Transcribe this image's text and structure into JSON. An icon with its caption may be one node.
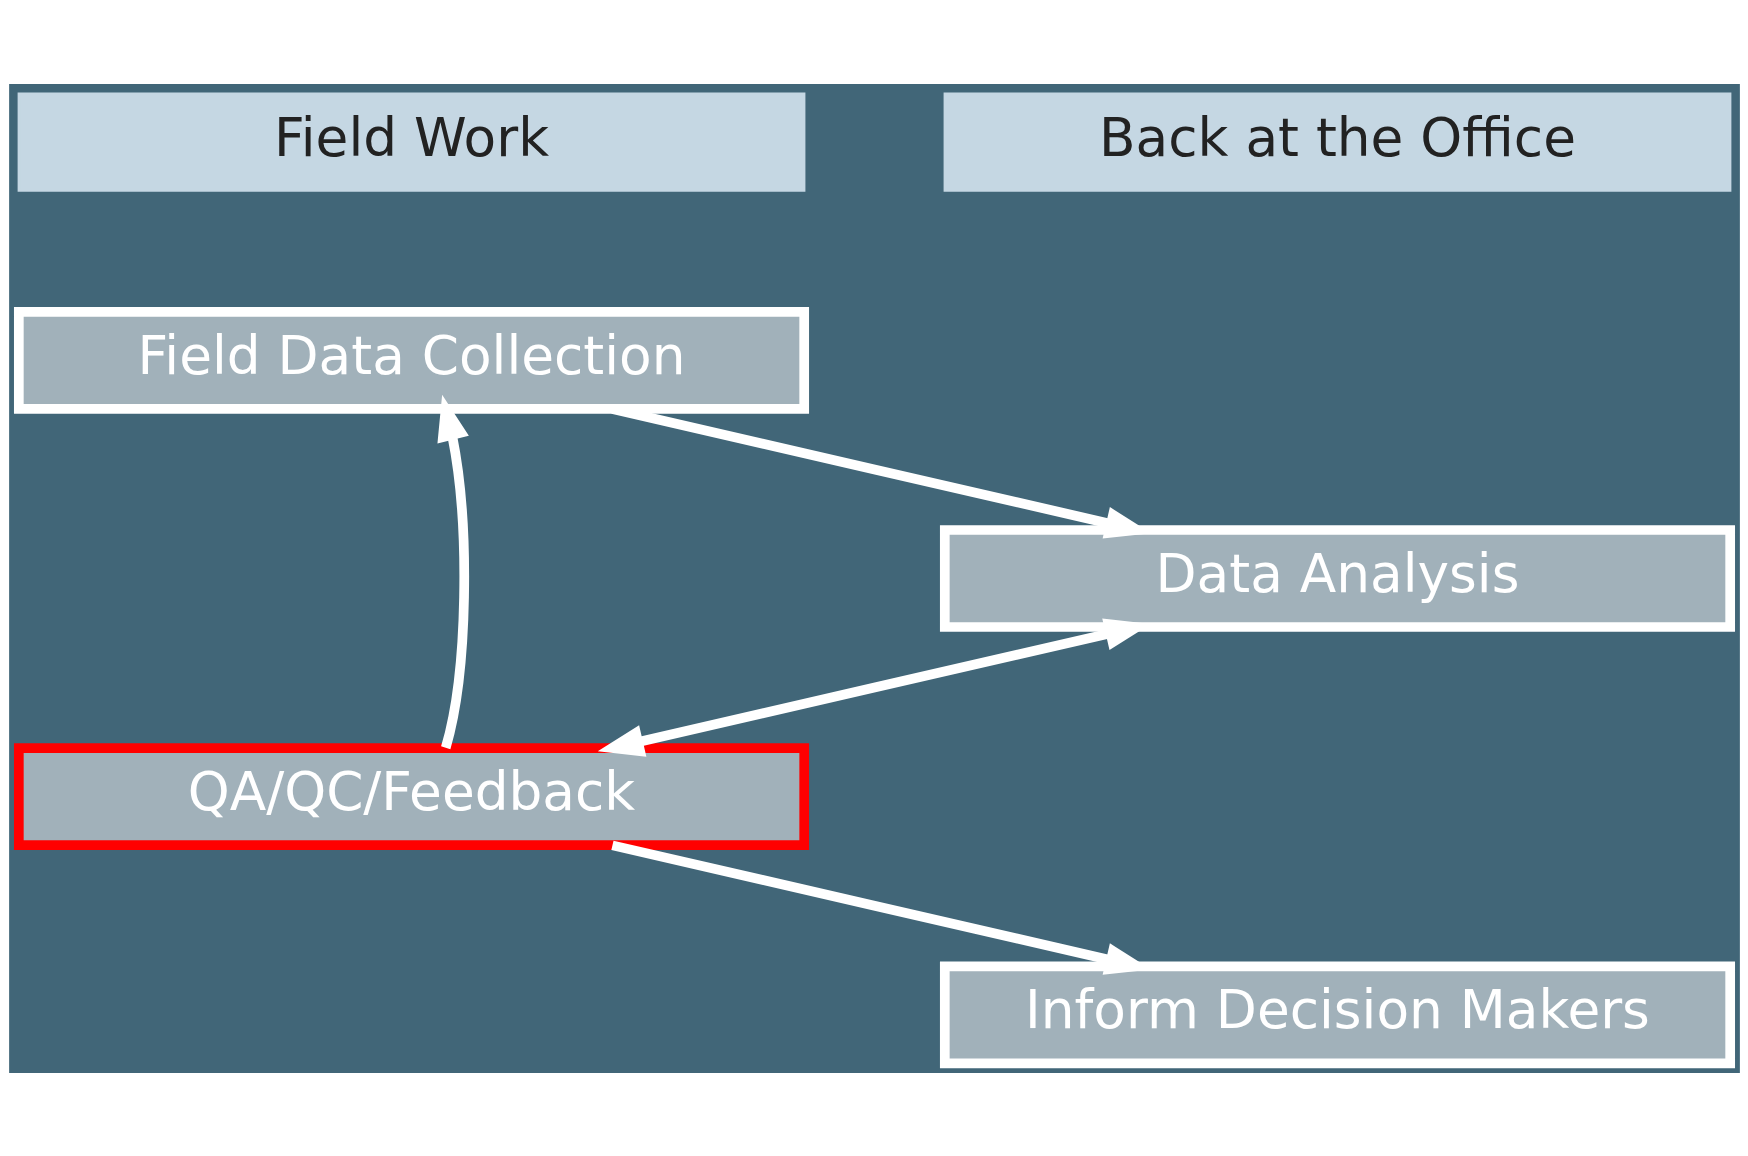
{
  "diagram": {
    "nodes": [
      {
        "text": [
          "Field Data Collection"
        ]
      },
      {
        "text": [
          "Data Analysis"
        ]
      },
      {
        "text": [
          "QA/QC/Feedback"
        ]
      },
      {
        "text": [
          "Inform Decision Makers"
        ]
      }
    ],
    "edges": [
      {
        "from": 0,
        "to": 1,
        "arrow": "to"
      },
      {
        "from": 2,
        "to": 0,
        "arrow": "to"
      },
      {
        "from": 1,
        "to": 2,
        "arrow": "both"
      },
      {
        "from": 2,
        "to": 3,
        "arrow": "to"
      }
    ],
    "labels": [
      "Field Work",
      "Back at the Office"
    ]
  }
}
